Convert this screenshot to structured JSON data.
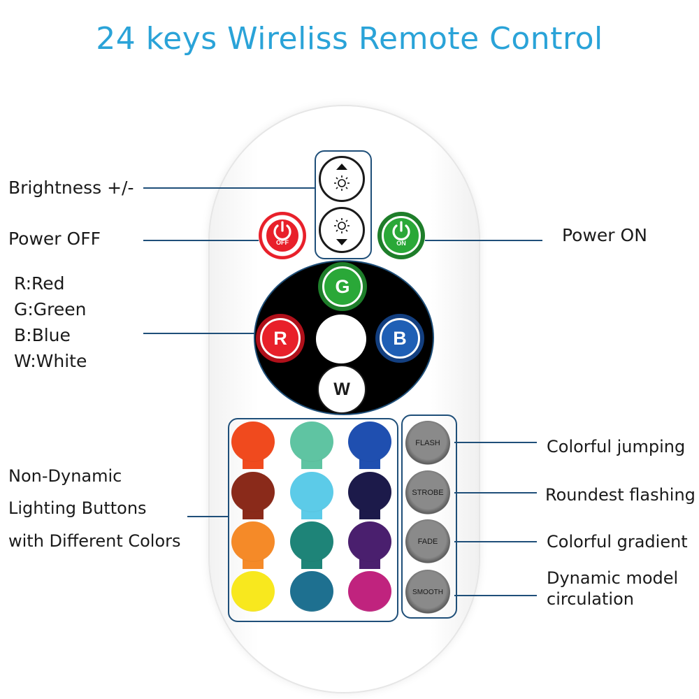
{
  "title": "24 keys Wireliss Remote Control",
  "labels": {
    "brightness": "Brightness +/-",
    "power_off": "Power OFF",
    "power_on": "Power ON",
    "rgbw": [
      "R:Red",
      "G:Green",
      "B:Blue",
      "W:White"
    ],
    "static_colors": [
      "Non-Dynamic",
      "Lighting Buttons",
      "with Different Colors"
    ],
    "flash": "Colorful jumping",
    "strobe": "Roundest flashing",
    "fade": "Colorful gradient",
    "smooth": [
      "Dynamic model",
      "circulation"
    ]
  },
  "buttons": {
    "off": "OFF",
    "on": "ON",
    "g": "G",
    "r": "R",
    "b": "B",
    "w": "W",
    "flash": "FLASH",
    "strobe": "STROBE",
    "fade": "FADE",
    "smooth": "SMOOTH"
  },
  "colors": {
    "title": "#2aa3d8",
    "red": "#e8202a",
    "green": "#2aa838",
    "blue": "#1f5fb5",
    "swatches": [
      [
        "#f04a1e",
        "#5fc4a2",
        "#1f4fb0"
      ],
      [
        "#8a2a1a",
        "#5ccbe8",
        "#1c1a4a"
      ],
      [
        "#f58a28",
        "#1e8478",
        "#4a1f6e"
      ],
      [
        "#f8e81e",
        "#1e7090",
        "#c0237e"
      ]
    ]
  },
  "icons": [
    "sun-up-icon",
    "sun-down-icon",
    "power-icon"
  ]
}
